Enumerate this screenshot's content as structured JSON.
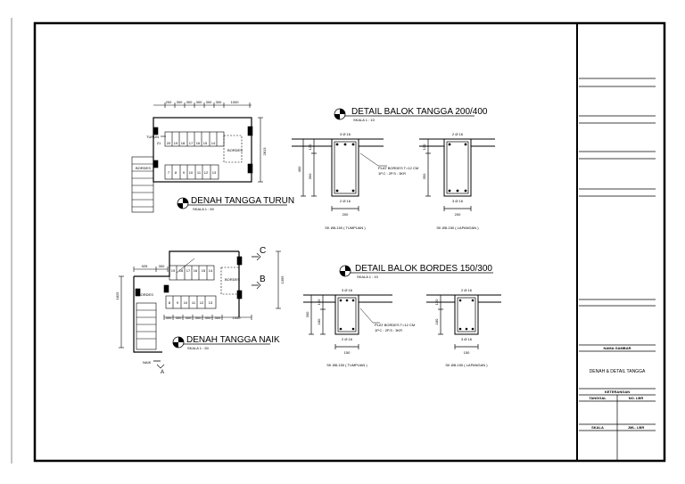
{
  "drawings": {
    "plan_down": {
      "title": "DENAH TANGGA TURUN",
      "scale": "SKALA 1 : 50",
      "top_dims": [
        "200",
        "300",
        "300",
        "300",
        "300",
        "300",
        "1000"
      ],
      "label_turun": "TURUN",
      "label_bordes_left": "BORDES",
      "label_bordes_right": "BORDES",
      "right_dim": "2813",
      "upper_steps": [
        "21",
        "20",
        "19",
        "18",
        "17",
        "16",
        "15",
        "14"
      ],
      "lower_steps": [
        "7",
        "8",
        "9",
        "10",
        "11",
        "12",
        "13"
      ]
    },
    "plan_up": {
      "title": "DENAH TANGGA NAIK",
      "scale": "SKALA 1 : 50",
      "top_dims": [
        "925",
        "300"
      ],
      "left_dim": "1825",
      "label_bordes_left": "BORDES",
      "label_bordes_right": "BORDES",
      "label_naik": "NAIK",
      "right_dim": "1395",
      "upper_steps": [
        "19",
        "18",
        "17",
        "16",
        "15",
        "14"
      ],
      "lower_steps": [
        "8",
        "9",
        "10",
        "11",
        "12",
        "13"
      ],
      "bottom_dims": [
        "300",
        "300",
        "300",
        "300",
        "300",
        "300",
        "1000"
      ],
      "section_c": "C",
      "section_b": "B",
      "section_a": "A"
    },
    "detail_tangga": {
      "title": "DETAIL BALOK TANGGA 200/400",
      "scale": "SKALA 1 : 10",
      "note_line1": "PLAT BORDES T=12 CM",
      "note_line2": "1P.C : 2P.S : 3KR",
      "left": {
        "top_bars": "3 Ø 16",
        "bottom_bars": "2 Ø 16",
        "width": "200",
        "height": "400",
        "side_dims": [
          "120",
          "350"
        ],
        "caption": "SK Ø8-150 ( TUMPUAN )"
      },
      "right": {
        "top_bars": "2 Ø 16",
        "bottom_bars": "3 Ø 16",
        "width": "200",
        "side_dims": [
          "120",
          "350"
        ],
        "caption": "SK Ø8-150 ( LAPANGAN )"
      }
    },
    "detail_bordes": {
      "title": "DETAIL BALOK BORDES 150/300",
      "scale": "SKALA 1 : 10",
      "note_line1": "PLAT BORDES T=12 CM",
      "note_line2": "1P.C : 2P.S : 3KR",
      "left": {
        "top_bars": "3 Ø 16",
        "bottom_bars": "2 Ø 16",
        "width": "150",
        "height": "300",
        "side_dims": [
          "120",
          "180"
        ],
        "caption": "SK Ø8-150 ( TUMPUAN )"
      },
      "right": {
        "top_bars": "2 Ø 16",
        "bottom_bars": "3 Ø 16",
        "width": "150",
        "side_dims": [
          "120",
          "180"
        ],
        "caption": "SK Ø8-150 ( LAPANGAN )"
      }
    }
  },
  "title_block": {
    "nama_gambar_label": "NAMA GAMBAR",
    "nama_gambar_value": "DENAH & DETAIL TANGGA",
    "keterangan_label": "KETERANGAN",
    "tanggal_label": "TANGGAL",
    "no_lbr_label": "NO. LBR",
    "skala_label": "SKALA",
    "jml_lbr_label": "JML. LBR"
  }
}
